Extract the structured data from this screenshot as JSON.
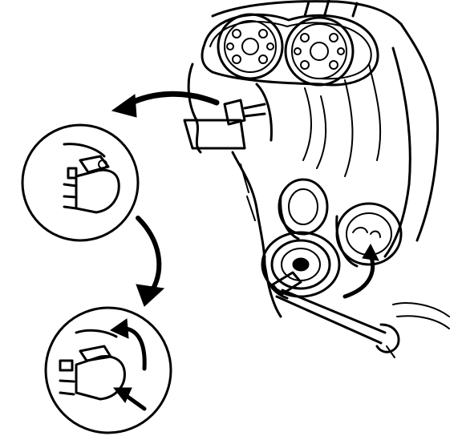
{
  "figure": {
    "ink_color": "#000000",
    "background_color": "#ffffff",
    "icons": [
      "engine-block",
      "timing-belt",
      "camshaft-pulleys",
      "crankshaft-pulley",
      "tensioner-pulley",
      "wrench",
      "detail-circle-top",
      "detail-circle-bottom",
      "curved-arrow",
      "rotation-arrow",
      "push-arrow"
    ]
  }
}
